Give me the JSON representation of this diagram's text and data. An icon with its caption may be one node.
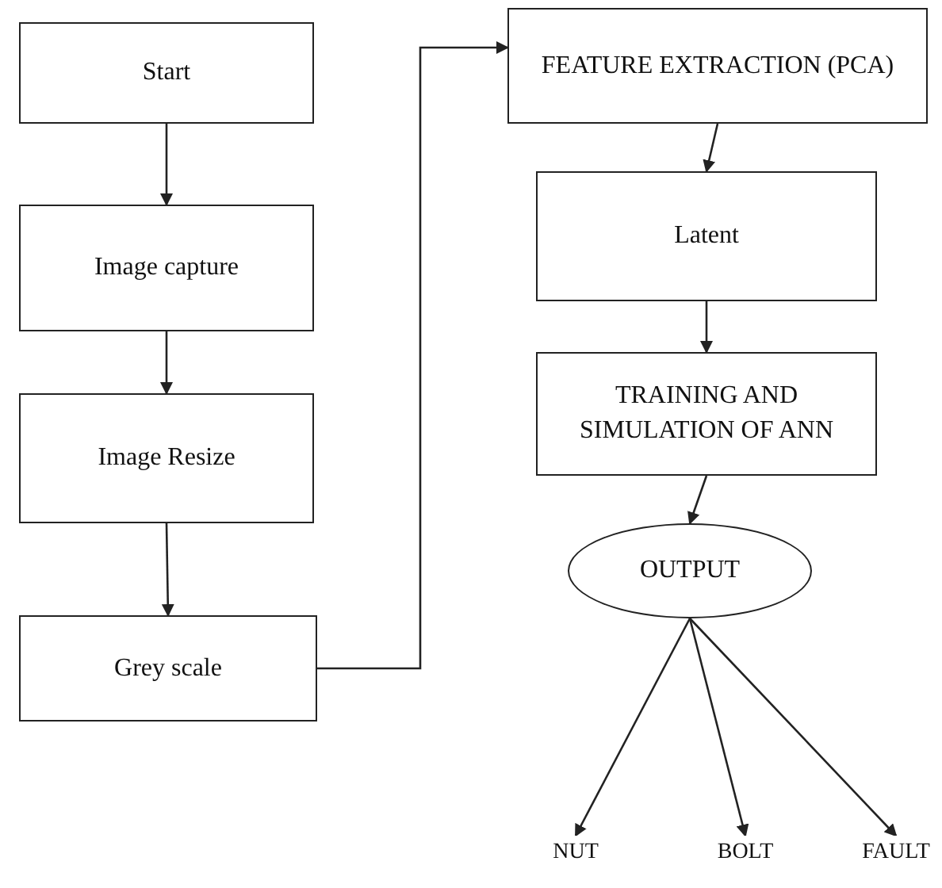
{
  "diagram": {
    "nodes": [
      {
        "text": [
          "Start"
        ]
      },
      {
        "text": [
          "Image capture"
        ]
      },
      {
        "text": [
          "Image Resize"
        ]
      },
      {
        "text": [
          "Grey scale"
        ]
      },
      {
        "text": [
          "FEATURE EXTRACTION (PCA)"
        ]
      },
      {
        "text": [
          "Latent"
        ]
      },
      {
        "text": [
          "TRAINING AND SIMULATION OF ANN"
        ]
      },
      {
        "text": [
          "OUTPUT"
        ]
      },
      {
        "text": [
          "NUT"
        ]
      },
      {
        "text": [
          "BOLT"
        ]
      },
      {
        "text": [
          "FAULT"
        ]
      }
    ],
    "edges": [
      {
        "from": 0,
        "to": 1,
        "arrow": "to"
      },
      {
        "from": 1,
        "to": 2,
        "arrow": "to"
      },
      {
        "from": 2,
        "to": 3,
        "arrow": "to"
      },
      {
        "from": 3,
        "to": 4,
        "arrow": "to"
      },
      {
        "from": 4,
        "to": 5,
        "arrow": "to"
      },
      {
        "from": 5,
        "to": 6,
        "arrow": "to"
      },
      {
        "from": 6,
        "to": 7,
        "arrow": "to"
      },
      {
        "from": 7,
        "to": 8,
        "arrow": "to"
      },
      {
        "from": 7,
        "to": 9,
        "arrow": "to"
      },
      {
        "from": 7,
        "to": 10,
        "arrow": "to"
      }
    ]
  }
}
